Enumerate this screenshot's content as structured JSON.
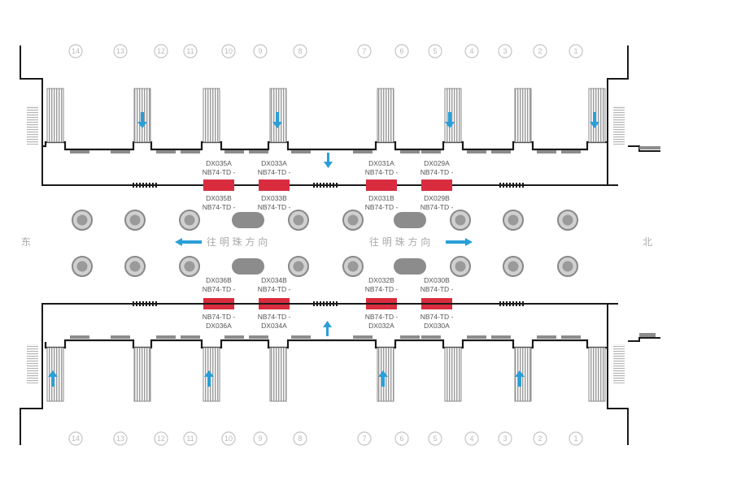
{
  "colors": {
    "wall": "#1a1a1a",
    "ad_panel": "#d92c3e",
    "arrow": "#2a9fd8",
    "seat": "#8c8c8c",
    "column": "#d0d0d0",
    "stair": "#b0b0b0",
    "label": "#555555",
    "faint": "#aaaaaa"
  },
  "gate_numbers_top": [
    "14",
    "13",
    "12",
    "11",
    "10",
    "9",
    "8",
    "7",
    "6",
    "5",
    "4",
    "3",
    "2",
    "1"
  ],
  "gate_numbers_bottom": [
    "14",
    "13",
    "12",
    "11",
    "10",
    "9",
    "8",
    "7",
    "6",
    "5",
    "4",
    "3",
    "2",
    "1"
  ],
  "ad_panels": {
    "top": [
      {
        "line1": "NB74-TD -",
        "line2": "DX035A",
        "line3": "NB74-TD -",
        "line4": "DX035B"
      },
      {
        "line1": "NB74-TD -",
        "line2": "DX033A",
        "line3": "NB74-TD -",
        "line4": "DX033B"
      },
      {
        "line1": "NB74-TD -",
        "line2": "DX031A",
        "line3": "NB74-TD -",
        "line4": "DX031B"
      },
      {
        "line1": "NB74-TD -",
        "line2": "DX029A",
        "line3": "NB74-TD -",
        "line4": "DX029B"
      }
    ],
    "bottom": [
      {
        "line1": "DX036B",
        "line2": "NB74-TD -",
        "line3": "NB74-TD -",
        "line4": "DX036A"
      },
      {
        "line1": "DX034B",
        "line2": "NB74-TD -",
        "line3": "NB74-TD -",
        "line4": "DX034A"
      },
      {
        "line1": "DX032B",
        "line2": "NB74-TD -",
        "line3": "NB74-TD -",
        "line4": "DX032A"
      },
      {
        "line1": "DX030B",
        "line2": "NB74-TD -",
        "line3": "NB74-TD -",
        "line4": "DX030A"
      }
    ]
  },
  "middle": {
    "direction_left": "往 明 珠 方 向",
    "direction_right": "往 明 珠 方 向",
    "west": "东",
    "east": "北"
  }
}
